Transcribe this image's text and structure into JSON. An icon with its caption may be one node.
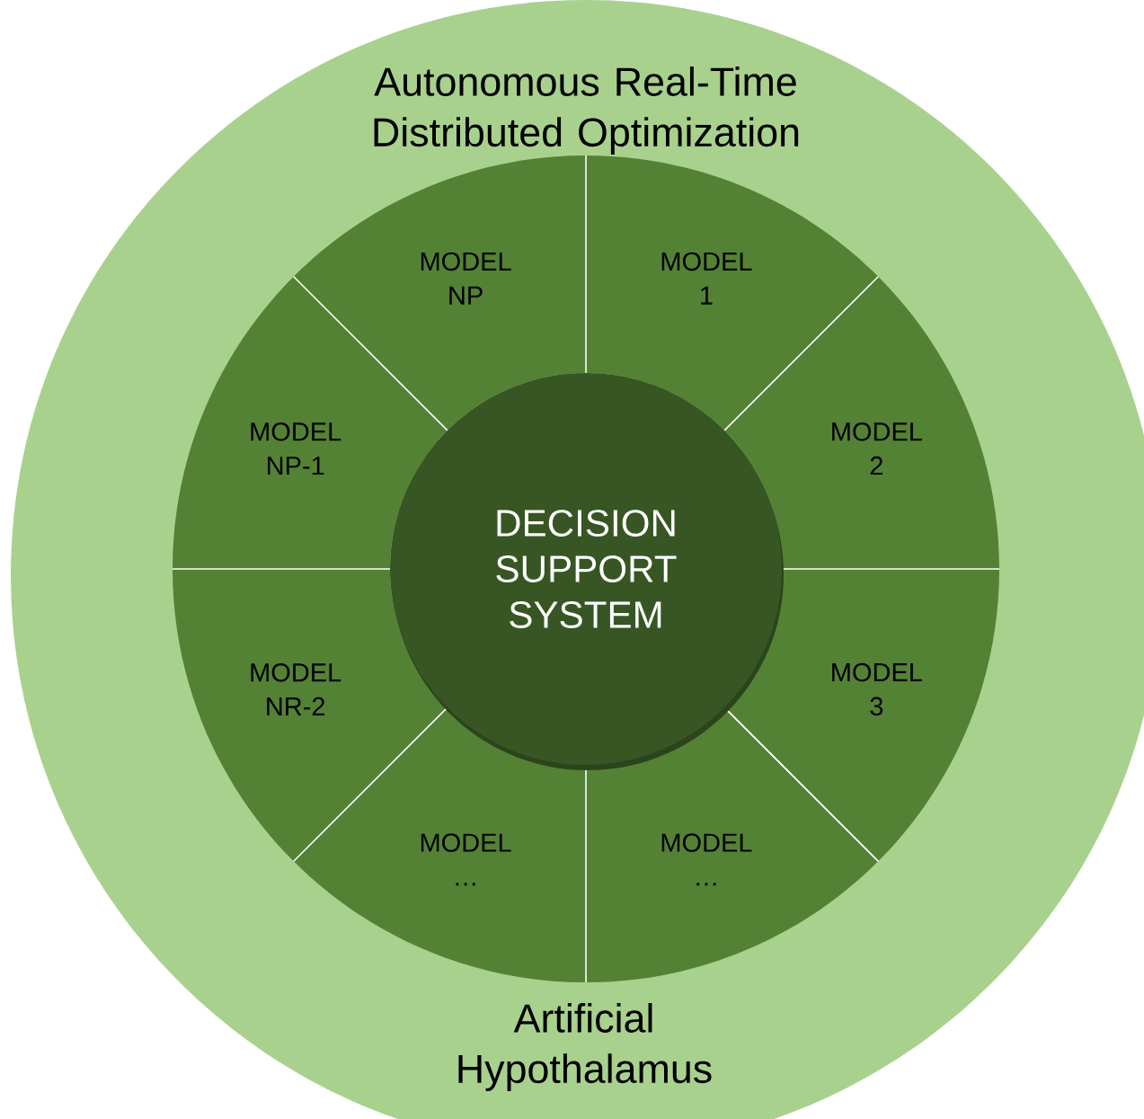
{
  "diagram": {
    "nodes": [
      {
        "text": [
          "Autonomous Real-Time Distributed Optimization",
          "Artificial Hypothalamus"
        ]
      },
      {
        "text": [
          "MODEL NP"
        ],
        "in": 0
      },
      {
        "text": [
          "MODEL 1"
        ],
        "in": 0
      },
      {
        "text": [
          "MODEL NP-1"
        ],
        "in": 0
      },
      {
        "text": [
          "MODEL 2"
        ],
        "in": 0
      },
      {
        "text": [
          "MODEL NR-2"
        ],
        "in": 0
      },
      {
        "text": [
          "MODEL 3"
        ],
        "in": 0
      },
      {
        "text": [
          "MODEL …"
        ],
        "in": 0
      },
      {
        "text": [
          "MODEL …"
        ],
        "in": 0
      },
      {
        "text": [
          "DECISION SUPPORT SYSTEM"
        ],
        "in": 0
      }
    ]
  }
}
